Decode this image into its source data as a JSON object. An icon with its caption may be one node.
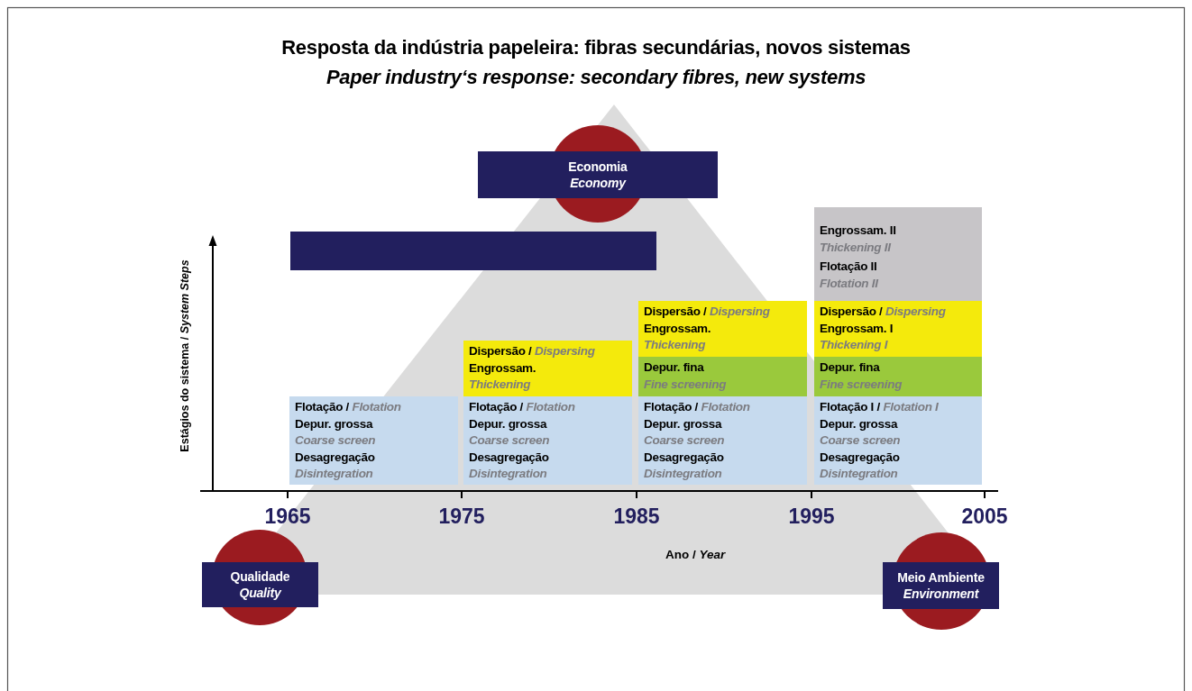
{
  "diagram": {
    "title": "Resposta da indústria papeleira: fibras secundárias, novos sistemas *Paper industry‘s response: secondary fibres, new systems*",
    "nodes": [
      {
        "text": [
          "Economia",
          "Economy"
        ]
      },
      {
        "text": [],
        "shape": "bar"
      },
      {
        "text": [
          "Engrossam. II *Thickening II*",
          "Flotação II *Flotation II*"
        ]
      },
      {
        "text": [
          "Dispersão / *Dispersing*",
          "Engrossam. *Thickening*"
        ]
      },
      {
        "text": [
          "Dispersão / *Dispersing*",
          "Engrossam. I *Thickening I*"
        ]
      },
      {
        "text": [
          "Dispersão / *Dispersing*",
          "Engrossam. *Thickening*"
        ]
      },
      {
        "text": [
          "Depur. fina *Fine screening*"
        ]
      },
      {
        "text": [
          "Depur. fina *Fine screening*"
        ]
      },
      {
        "text": [
          "Flotação / *Flotation*",
          "Depur. grossa *Coarse screen*",
          "Desagregação *Disintegration*"
        ]
      },
      {
        "text": [
          "Flotação / *Flotation*",
          "Depur. grossa *Coarse screen*",
          "Desagregação *Disintegration*"
        ]
      },
      {
        "text": [
          "Flotação / *Flotation*",
          "Depur. grossa *Coarse screen*",
          "Desagregação *Disintegration*"
        ]
      },
      {
        "text": [
          "Flotação I / *Flotation I*",
          "Depur. grossa *Coarse screen*",
          "Desagregação *Disintegration*"
        ]
      },
      {
        "text": [
          "Qualidade",
          "Quality"
        ]
      },
      {
        "text": [
          "Meio Ambiente",
          "Environment"
        ]
      }
    ],
    "labels": [
      "Estágios do sistema / *System Steps*",
      "1965",
      "1975",
      "1985",
      "1995",
      "2005",
      "Ano / *Year*"
    ]
  }
}
